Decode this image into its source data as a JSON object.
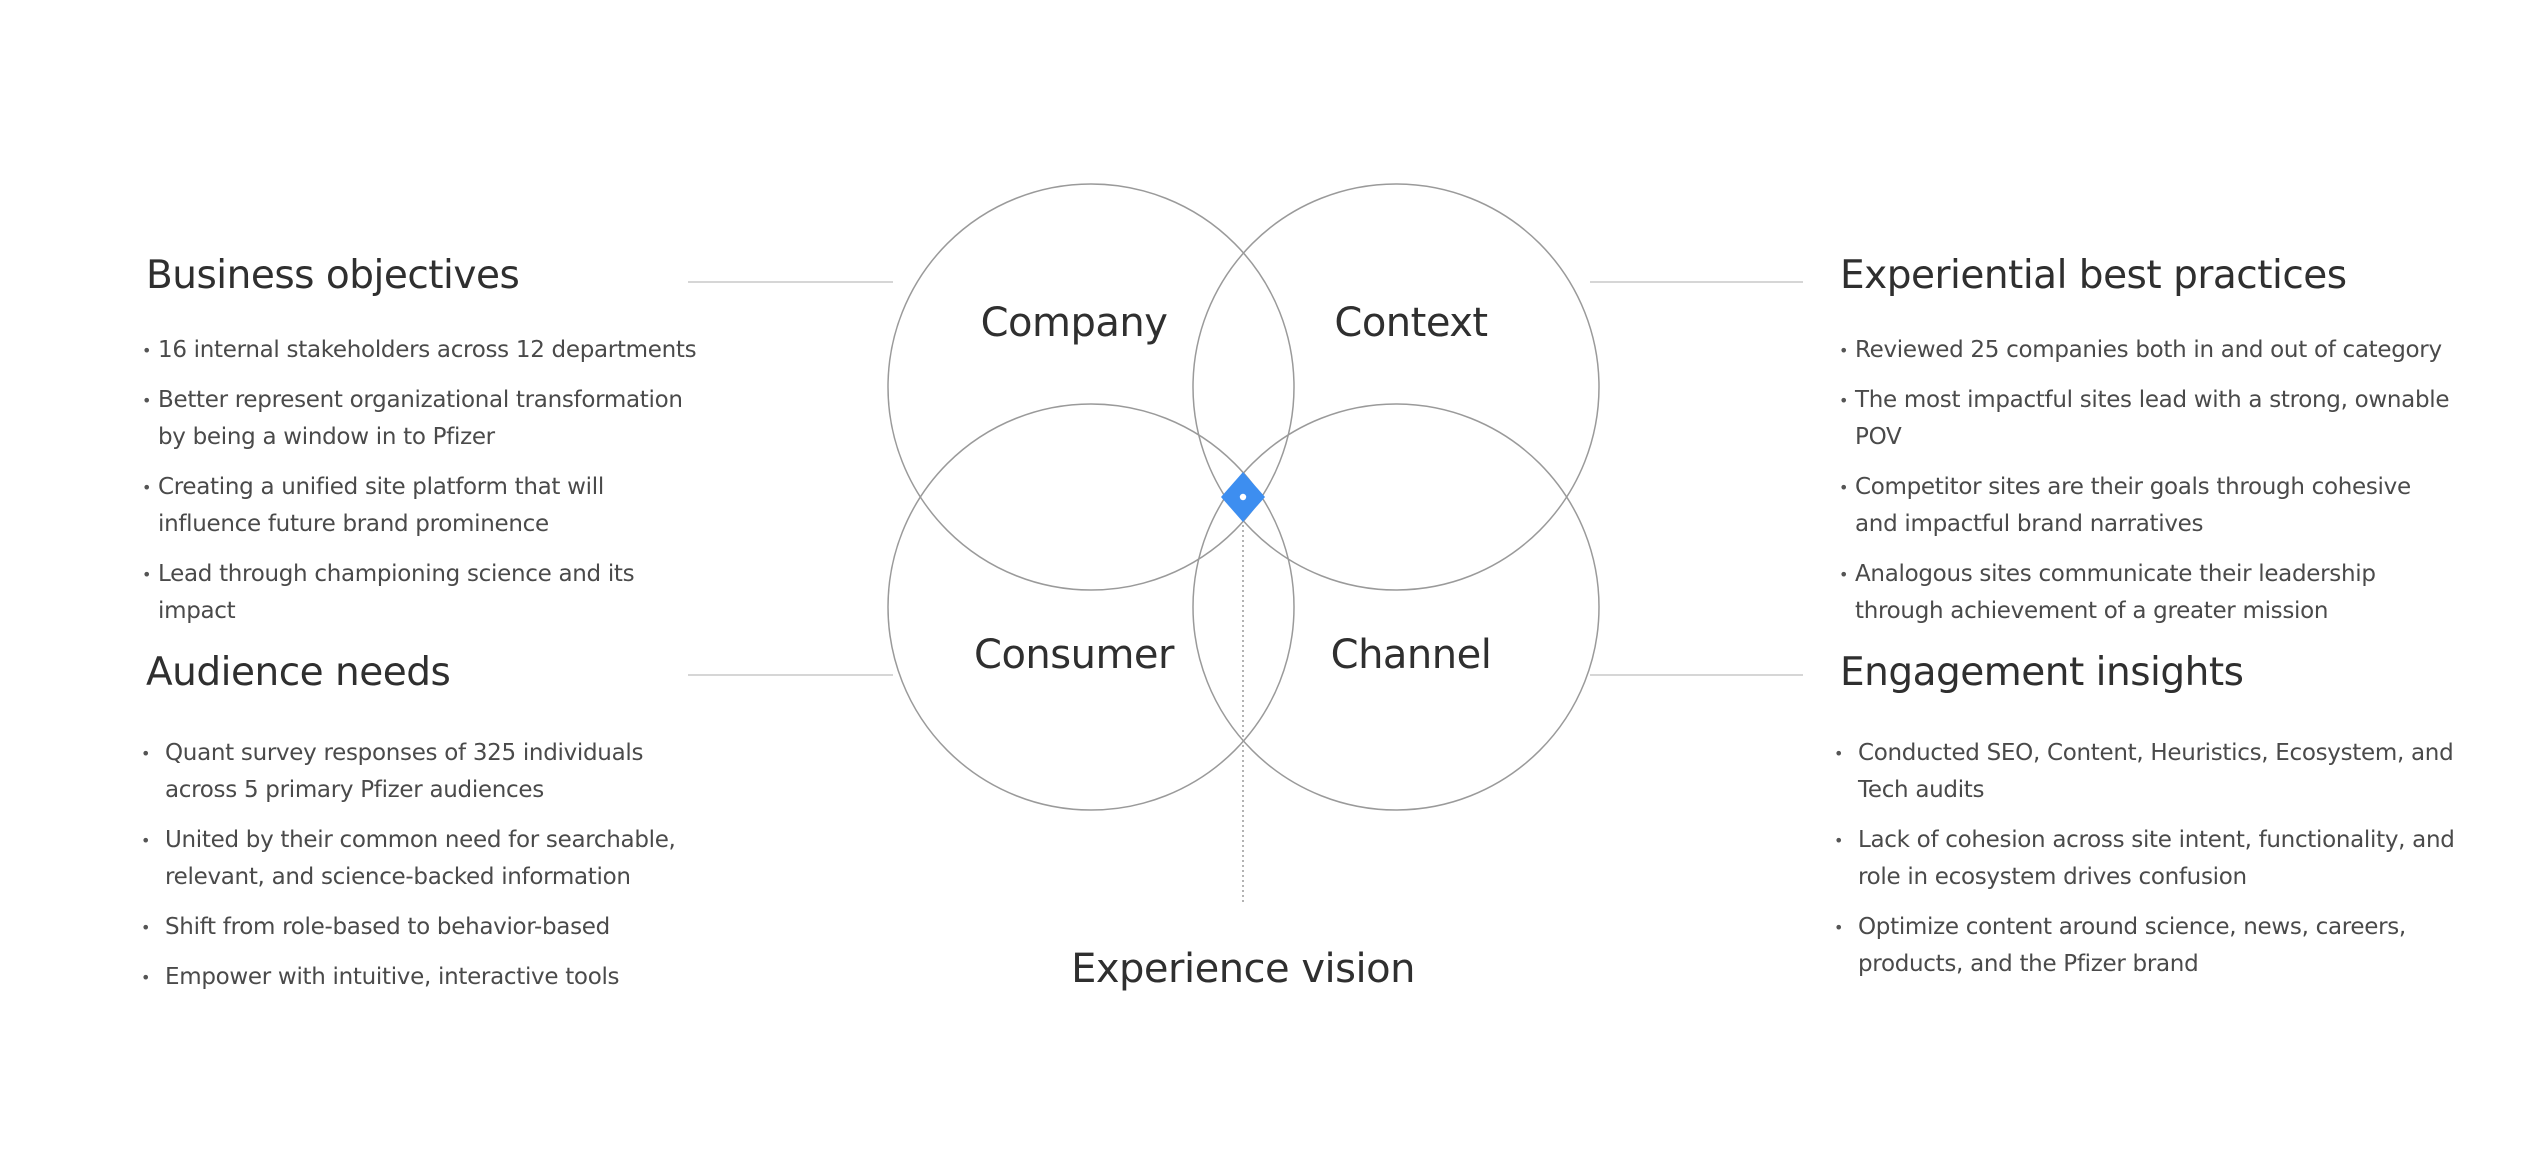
{
  "business": {
    "title": "Business objectives",
    "items": [
      "16 internal stakeholders across 12 departments",
      "Better represent organizational transformation by being a window in to Pfizer",
      "Creating a unified site platform that will influence future brand prominence",
      "Lead through championing science and its impact"
    ]
  },
  "audience": {
    "title": "Audience needs",
    "items": [
      "Quant survey responses of 325 individuals across 5 primary Pfizer audiences",
      "United by their common need for searchable, relevant, and science-backed information",
      "Shift from role-based to behavior-based",
      "Empower with intuitive, interactive tools"
    ]
  },
  "experiential": {
    "title": "Experiential best practices",
    "items": [
      "Reviewed 25 companies both in and out of category",
      "The most impactful sites lead with a strong, ownable POV",
      "Competitor sites are their goals through cohesive and impactful brand narratives",
      "Analogous sites communicate their leadership through achievement of a greater mission"
    ]
  },
  "engagement": {
    "title": "Engagement insights",
    "items": [
      "Conducted SEO, Content, Heuristics, Ecosystem, and Tech audits",
      "Lack of cohesion across site intent, functionality, and role in ecosystem drives confusion",
      "Optimize content around science, news, careers, products, and the Pfizer brand"
    ]
  },
  "venn": {
    "circles": {
      "company": "Company",
      "context": "Context",
      "consumer": "Consumer",
      "channel": "Channel"
    },
    "vision_label": "Experience vision",
    "center_marker_icon": "diamond-icon",
    "accent_color": "#3d8ef0",
    "line_color": "#b5b5b5"
  }
}
